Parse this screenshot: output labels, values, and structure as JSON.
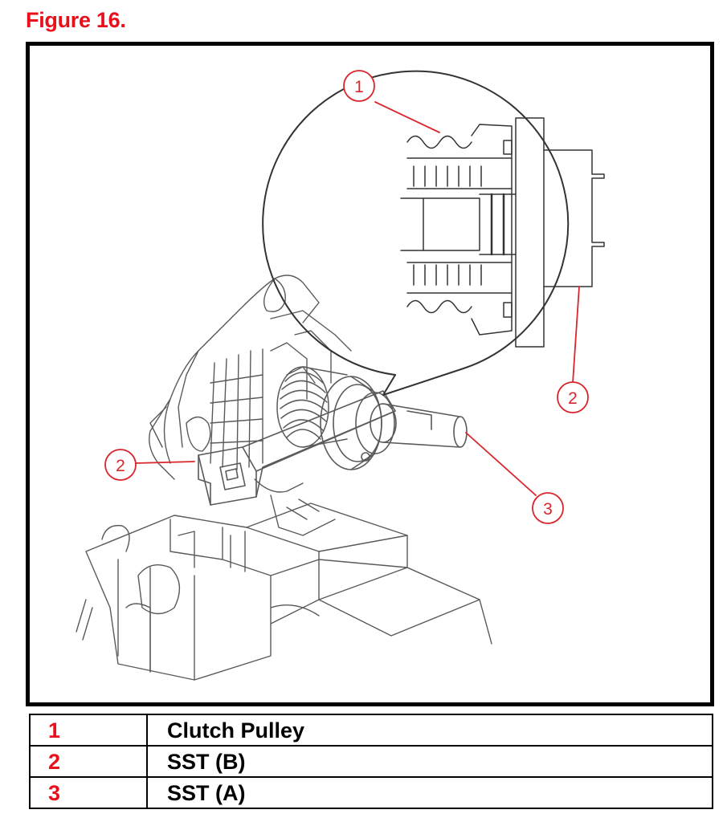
{
  "figure": {
    "title": "Figure 16."
  },
  "callouts": [
    {
      "number": "1"
    },
    {
      "number": "2"
    },
    {
      "number": "2"
    },
    {
      "number": "3"
    }
  ],
  "legend": [
    {
      "number": "1",
      "label": "Clutch Pulley"
    },
    {
      "number": "2",
      "label": "SST (B)"
    },
    {
      "number": "3",
      "label": "SST (A)"
    }
  ],
  "colors": {
    "accent": "#e8101a",
    "callout": "#d9262c",
    "line": "#555555",
    "border": "#000000"
  }
}
